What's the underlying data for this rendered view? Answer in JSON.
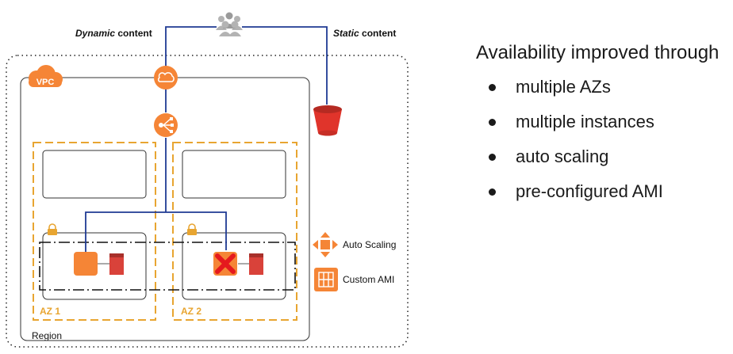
{
  "diagram": {
    "dynamic_label": {
      "emph": "Dynamic",
      "rest": " content"
    },
    "static_label": {
      "emph": "Static",
      "rest": " content"
    },
    "vpc_label": "VPC",
    "region_label": "Region",
    "az1_label": "AZ 1",
    "az2_label": "AZ 2",
    "legend": {
      "auto_scaling": "Auto Scaling",
      "custom_ami": "Custom AMI"
    },
    "icons": [
      "users-icon",
      "cloudfront-icon",
      "load-balancer-icon",
      "s3-bucket-icon",
      "ec2-instance-icon",
      "failed-instance-icon",
      "ebs-volume-icon",
      "lock-icon",
      "auto-scaling-icon",
      "custom-ami-icon",
      "vpc-cloud-icon"
    ],
    "colors": {
      "aws_orange": "#F58536",
      "az_dash": "#E8A531",
      "connector": "#1F3A93",
      "s3_red": "#E0342B",
      "failure_red": "#E5191E",
      "ebs_red": "#D9423A"
    }
  },
  "panel": {
    "title": "Availability improved through",
    "items": [
      "multiple AZs",
      "multiple instances",
      "auto scaling",
      "pre-configured AMI"
    ]
  }
}
